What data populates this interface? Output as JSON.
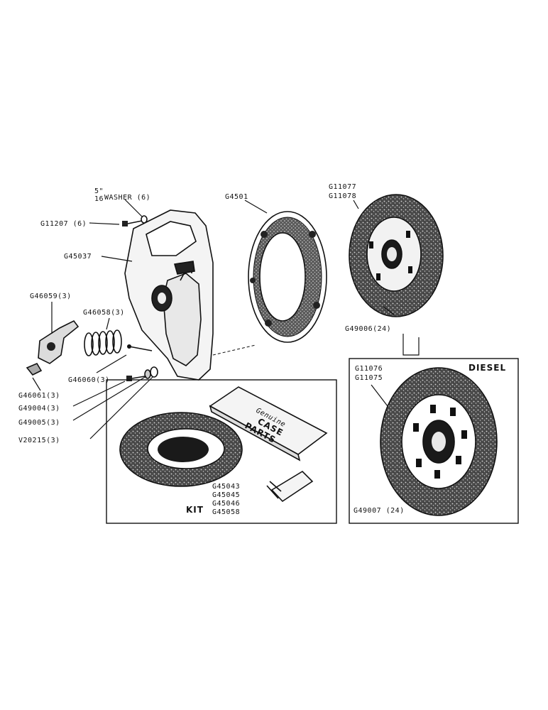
{
  "labels": {
    "washer_frac": "5\"",
    "washer_frac_den": "16",
    "washer": "WASHER (6)",
    "g11207": "G11207 (6)",
    "g45037": "G45037",
    "g46059": "G46059(3)",
    "g46058": "G46058(3)",
    "g46060": "G46060(3)",
    "g46061": "G46061(3)",
    "g49004": "G49004(3)",
    "g49005": "G49005(3)",
    "v20215": "V20215(3)",
    "g4501": "G4501",
    "g11077": "G11077",
    "g11078": "G11078",
    "g49006": "G49006(24)",
    "g11076": "G11076",
    "g11075": "G11075",
    "g49007": "G49007 (24)"
  },
  "kit_box": {
    "kit_label": "KIT",
    "parts": [
      "G45043",
      "G45045",
      "G45046",
      "G45058"
    ],
    "book_line1": "Genuine",
    "book_line2": "CASE",
    "book_line3": "PARTS"
  },
  "diesel_box": {
    "title": "DIESEL"
  }
}
